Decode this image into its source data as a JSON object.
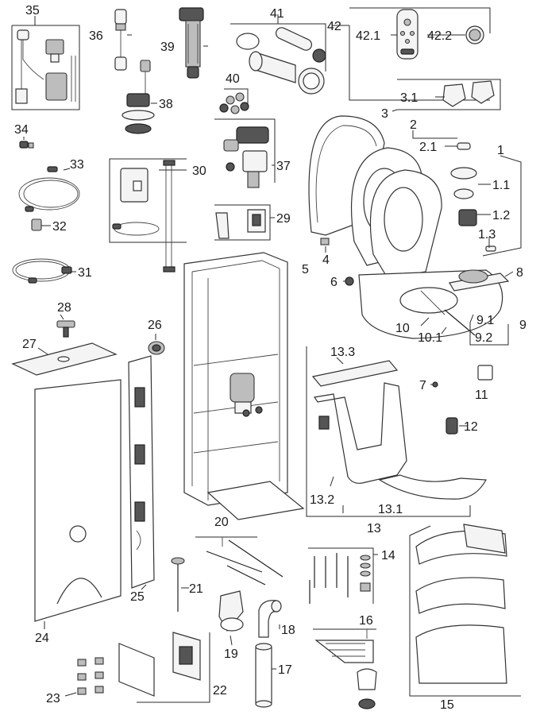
{
  "diagram": {
    "labels": {
      "p1": "1",
      "p1_1": "1.1",
      "p1_2": "1.2",
      "p1_3": "1.3",
      "p2": "2",
      "p2_1": "2.1",
      "p3": "3",
      "p3_1": "3.1",
      "p4": "4",
      "p5": "5",
      "p6": "6",
      "p7": "7",
      "p8": "8",
      "p9": "9",
      "p9_1": "9.1",
      "p9_2": "9.2",
      "p10": "10",
      "p10_1": "10.1",
      "p11": "11",
      "p12": "12",
      "p13": "13",
      "p13_1": "13.1",
      "p13_2": "13.2",
      "p13_3": "13.3",
      "p14": "14",
      "p15": "15",
      "p16": "16",
      "p17": "17",
      "p18": "18",
      "p19": "19",
      "p20": "20",
      "p21": "21",
      "p22": "22",
      "p23": "23",
      "p24": "24",
      "p25": "25",
      "p26": "26",
      "p27": "27",
      "p28": "28",
      "p29": "29",
      "p30": "30",
      "p31": "31",
      "p32": "32",
      "p33": "33",
      "p34": "34",
      "p35": "35",
      "p36": "36",
      "p37": "37",
      "p38": "38",
      "p39": "39",
      "p40": "40",
      "p41": "41",
      "p42": "42",
      "p42_1": "42.1",
      "p42_2": "42.2"
    }
  }
}
